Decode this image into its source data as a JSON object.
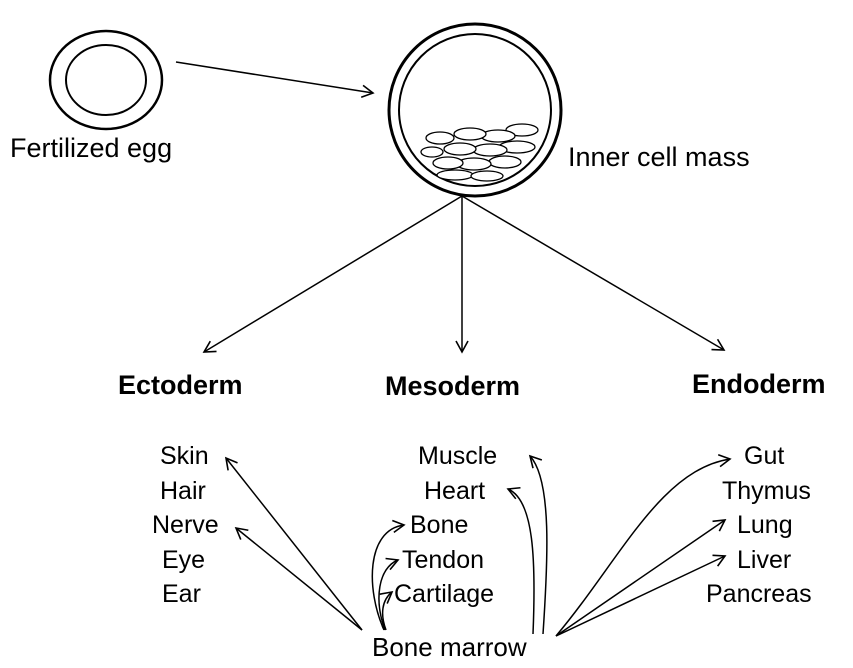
{
  "stages": {
    "fertilized_egg": "Fertilized egg",
    "inner_cell_mass": "Inner cell mass"
  },
  "germ_layers": {
    "ectoderm": "Ectoderm",
    "mesoderm": "Mesoderm",
    "endoderm": "Endoderm"
  },
  "tissues": {
    "ectoderm": [
      "Skin",
      "Hair",
      "Nerve",
      "Eye",
      "Ear"
    ],
    "mesoderm": [
      "Muscle",
      "Heart",
      "Bone",
      "Tendon",
      "Cartilage"
    ],
    "endoderm": [
      "Gut",
      "Thymus",
      "Lung",
      "Liver",
      "Pancreas"
    ]
  },
  "source": "Bone marrow"
}
